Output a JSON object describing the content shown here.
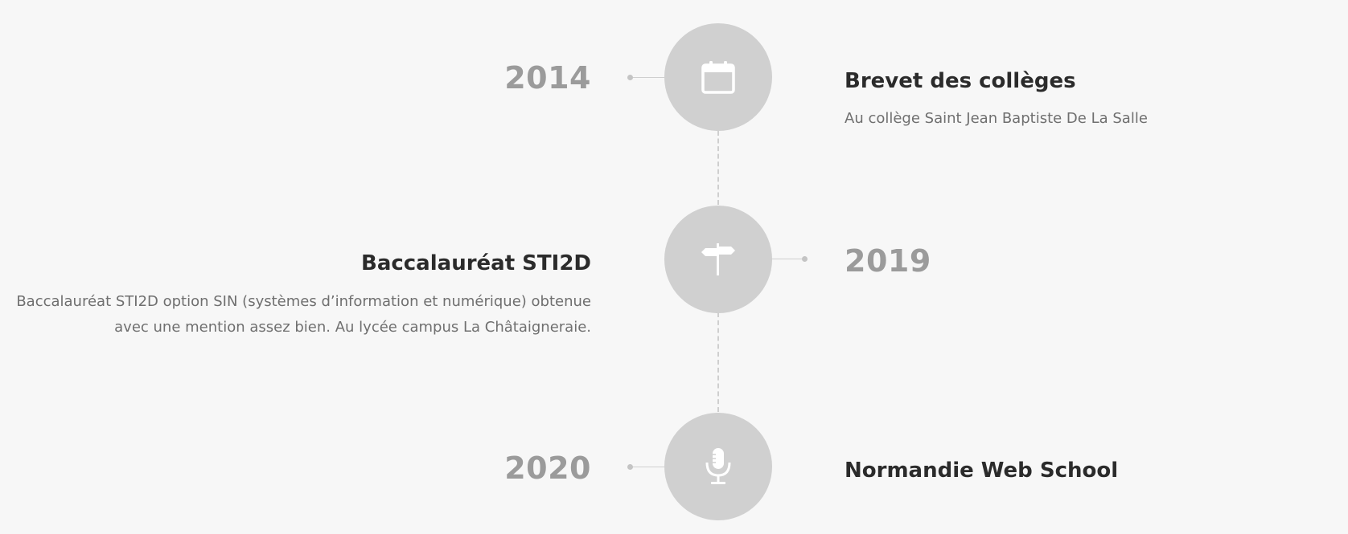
{
  "timeline": {
    "items": [
      {
        "year": "2014",
        "icon": "calendar-icon",
        "title": "Brevet des collèges",
        "description": "Au collège Saint Jean Baptiste De La Salle"
      },
      {
        "year": "2019",
        "icon": "signpost-icon",
        "title": "Baccalauréat STI2D",
        "description_lines": [
          "Baccalauréat STI2D option SIN (systèmes d’information et numérique) obtenue",
          "avec une mention assez bien. Au lycée campus La Châtaigneraie."
        ]
      },
      {
        "year": "2020",
        "icon": "microphone-icon",
        "title": "Normandie Web School"
      }
    ]
  },
  "colors": {
    "background": "#f7f7f7",
    "circle": "#d0d0d0",
    "year": "#9b9b9b",
    "title": "#2b2b2b",
    "description": "#6f6f6f",
    "line": "#cfcfcf"
  }
}
